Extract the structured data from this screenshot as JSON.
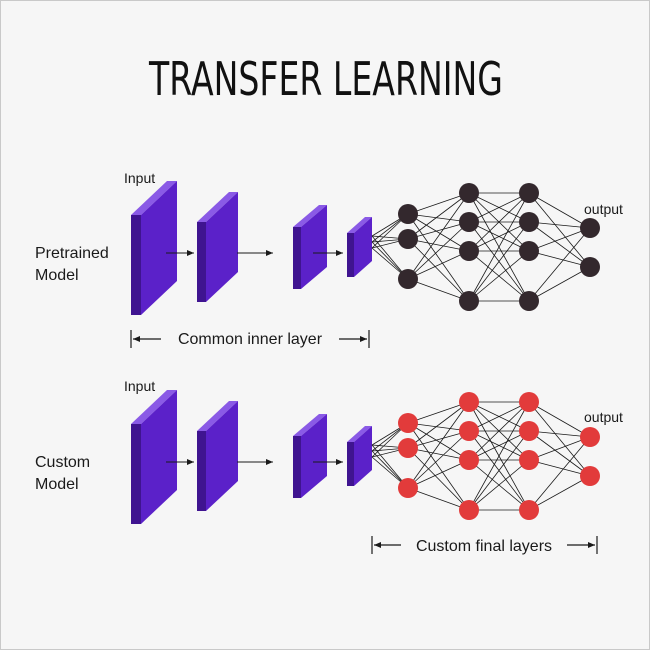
{
  "title": "TRANSFER LEARNING",
  "colors": {
    "layer_front": "#5b21c9",
    "layer_top": "#8a5ae6",
    "layer_side": "#3f1490",
    "pretrained_node": "#33282d",
    "custom_node": "#e23b3b",
    "line": "#1a1a1a"
  },
  "pretrained": {
    "input_label": "Input",
    "model_label_line1": "Pretrained",
    "model_label_line2": "Model",
    "output_label": "output",
    "span_label": "Common inner layer"
  },
  "custom": {
    "input_label": "Input",
    "model_label_line1": "Custom",
    "model_label_line2": "Model",
    "output_label": "output",
    "span_label": "Custom final layers"
  }
}
